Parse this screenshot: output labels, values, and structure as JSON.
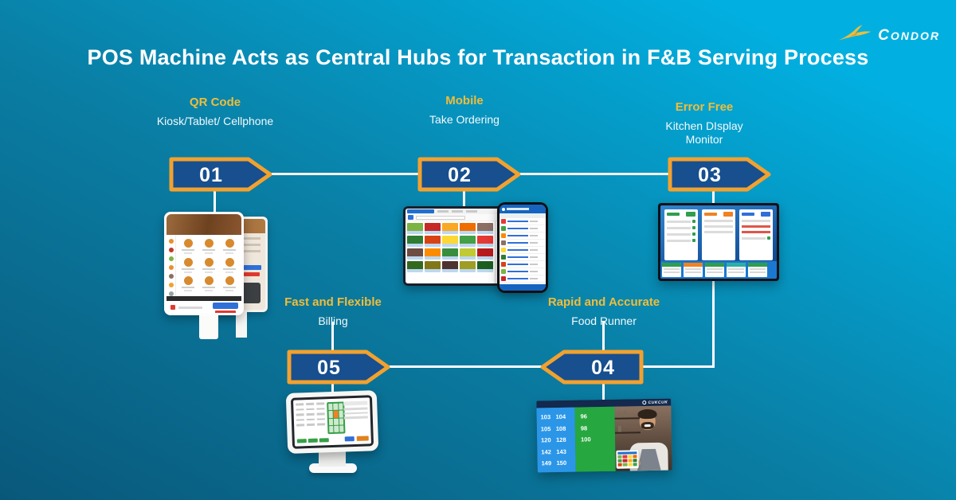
{
  "page": {
    "title": "POS Machine Acts as Central Hubs for Transaction in F&B Serving Process",
    "brand": "CONDOR"
  },
  "colors": {
    "background_start": "#09587a",
    "background_end": "#01b0e1",
    "accent_yellow": "#f0bd3a",
    "badge_fill": "#174f8f",
    "badge_border": "#f2a12f",
    "connector": "#ffffff"
  },
  "steps": [
    {
      "number": "01",
      "heading": "QR Code",
      "subheading": "Kiosk/Tablet/ Cellphone",
      "direction": "right"
    },
    {
      "number": "02",
      "heading": "Mobile",
      "subheading": "Take Ordering",
      "direction": "right"
    },
    {
      "number": "03",
      "heading": "Error Free",
      "subheading": "Kitchen DIsplay Monitor",
      "direction": "right"
    },
    {
      "number": "04",
      "heading": "Rapid and Accurate",
      "subheading": "Food Runner",
      "direction": "left"
    },
    {
      "number": "05",
      "heading": "Fast and Flexible",
      "subheading": "Billing",
      "direction": "right"
    }
  ],
  "food_runner_board": {
    "blue_numbers": [
      [
        "103",
        "104"
      ],
      [
        "105",
        "108"
      ],
      [
        "120",
        "128"
      ],
      [
        "142",
        "143"
      ],
      [
        "149",
        "150"
      ]
    ],
    "green_numbers": [
      "96",
      "98",
      "100"
    ],
    "brand": "CUKCUK"
  },
  "decor": {
    "tablet_tiles": [
      "#7cb342",
      "#c62828",
      "#f9a825",
      "#ef6c00",
      "#8d6e63",
      "#2e7d32",
      "#d84315",
      "#fdd835",
      "#43a047",
      "#e53935",
      "#6d4c41",
      "#fb8c00",
      "#388e3c",
      "#c0ca33",
      "#b71c1c",
      "#33691e",
      "#827717",
      "#4e342e",
      "#9e9d24",
      "#1b5e20"
    ],
    "phone_rows": [
      "#e53935",
      "#43a047",
      "#fb8c00",
      "#8d6e63",
      "#fdd835",
      "#2e7d32",
      "#d84315",
      "#7cb342",
      "#c62828"
    ],
    "kiosk_sidebar_dots": [
      "#e8902c",
      "#c0392b",
      "#7cb342",
      "#e8902c",
      "#8d6e63",
      "#f2a12f",
      "#95a5a6"
    ],
    "kds_tickets": [
      {
        "color": "#2f9e4e",
        "rows": [
          "gd",
          "gd",
          "gd",
          "gd"
        ]
      },
      {
        "color": "#f08223",
        "rows": [
          "g",
          "g",
          "g"
        ]
      },
      {
        "color": "#2f70d8",
        "rows": [
          "g",
          "r",
          "r",
          "gd"
        ]
      }
    ],
    "kds_bottom_tiles": [
      "#2f9e4e",
      "#f08223",
      "#2f9e4e",
      "#2bb0a3",
      "#2f9e4e"
    ],
    "runner_tablet_pixels": [
      "#7cb342",
      "#e53935",
      "#fdd835",
      "#ef6c00",
      "#43a047",
      "#c62828",
      "#f9a825",
      "#2e7d32",
      "#d84315",
      "#7cb342",
      "#fdd835",
      "#43a047"
    ]
  }
}
